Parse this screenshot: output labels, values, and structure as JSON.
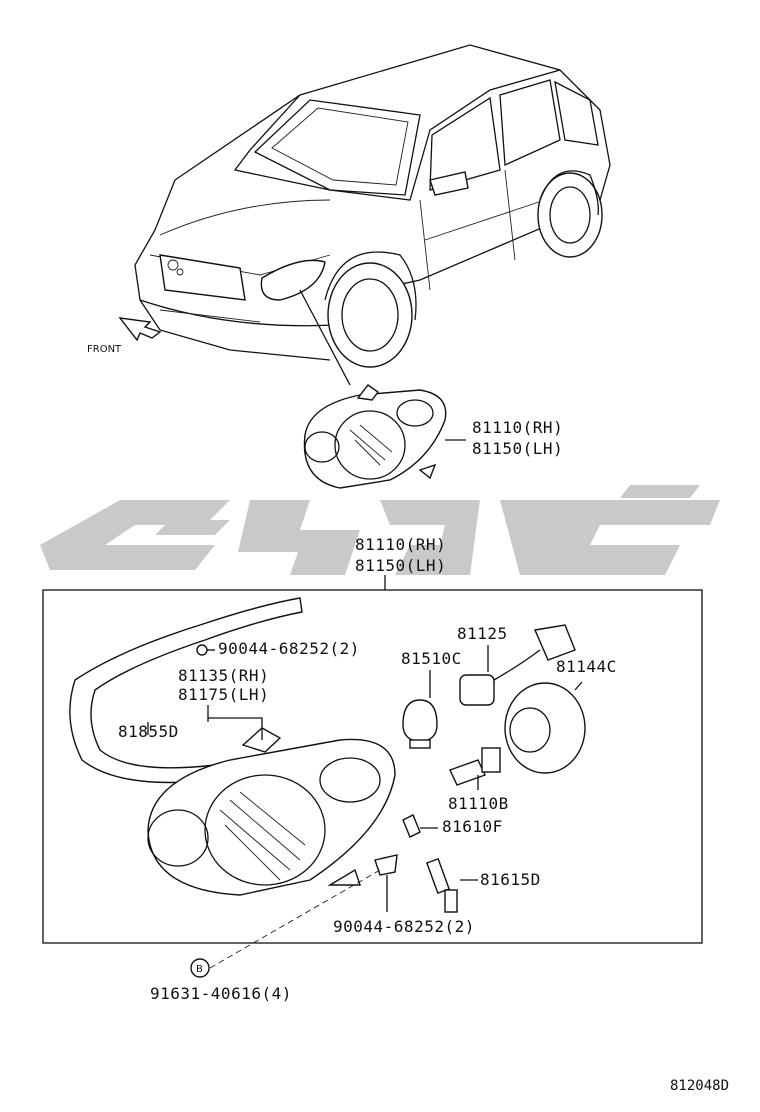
{
  "diagram": {
    "front_label": "FRONT",
    "diagram_code": "812048D",
    "callout_symbol": "B",
    "parts": {
      "headlamp_rh_top": "81110(RH)",
      "headlamp_lh_top": "81150(LH)",
      "headlamp_rh": "81110(RH)",
      "headlamp_lh": "81150(LH)",
      "screw_top": "90044-68252(2)",
      "bracket_rh": "81135(RH)",
      "bracket_lh": "81175(LH)",
      "gasket": "81855D",
      "socket": "81125",
      "bulb_small": "81510C",
      "cover": "81144C",
      "bulb_halogen": "81110B",
      "clip": "81610F",
      "adjuster": "81615D",
      "screw_bottom": "90044-68252(2)",
      "bolt": "91631-40616(4)"
    }
  },
  "watermark": {
    "color": "#c9c9c9"
  }
}
